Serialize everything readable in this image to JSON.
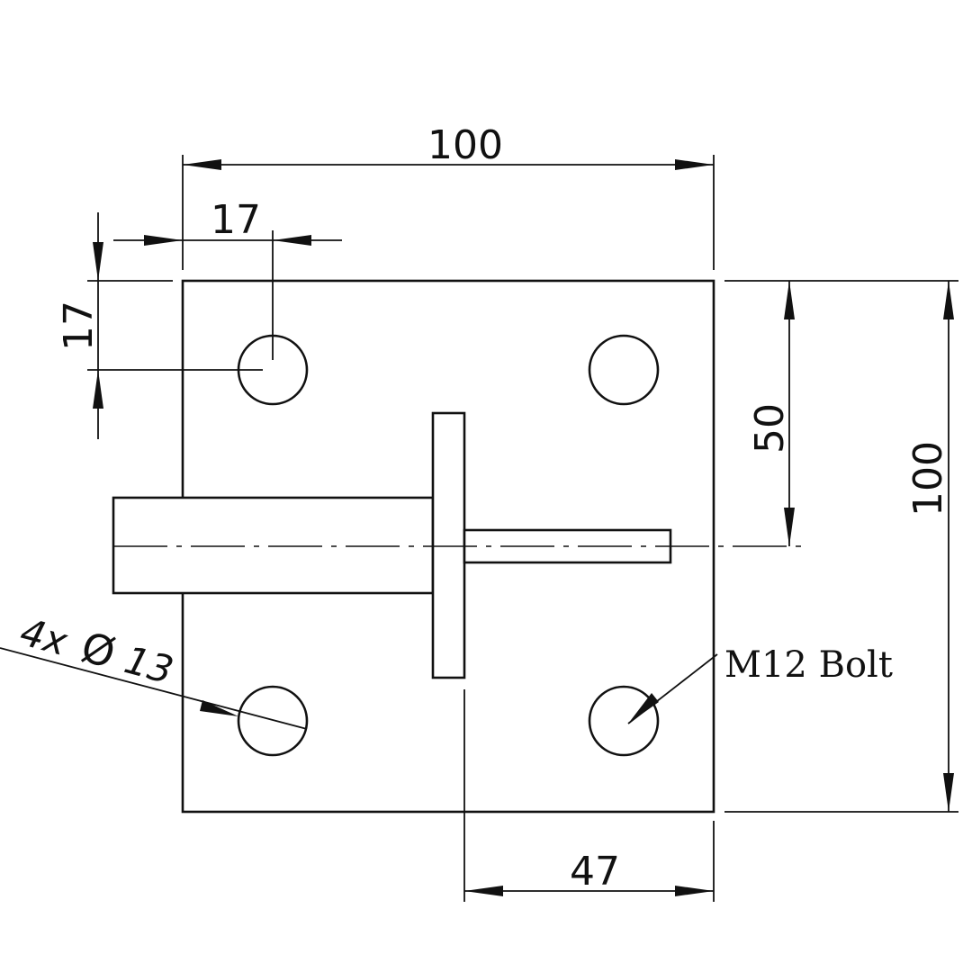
{
  "dimensions": {
    "plate_width": "100",
    "hole_offset_x": "17",
    "hole_offset_y": "17",
    "center_height": "50",
    "plate_height": "100",
    "slot_offset": "47"
  },
  "notes": {
    "hole_count": "4x",
    "diameter_symbol": "Ø",
    "hole_diameter": "13",
    "bolt_callout": "M12 Bolt"
  },
  "colors": {
    "line": "#111111",
    "background": "#ffffff"
  }
}
